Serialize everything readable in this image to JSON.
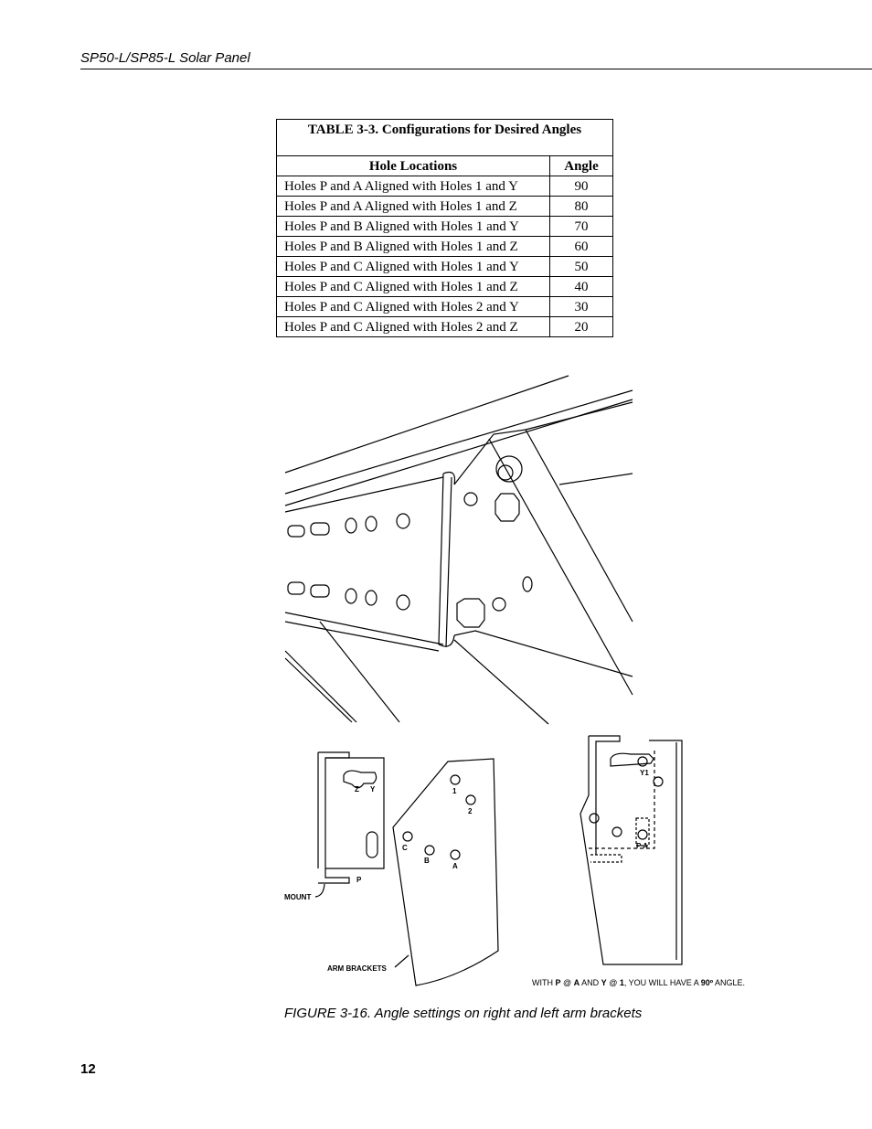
{
  "header": {
    "title": "SP50-L/SP85-L Solar Panel"
  },
  "table": {
    "caption": "TABLE 3-3.  Configurations for Desired Angles",
    "columns": [
      "Hole Locations",
      "Angle"
    ],
    "rows": [
      {
        "location": "Holes P and A Aligned with Holes 1 and Y",
        "angle": "90"
      },
      {
        "location": "Holes P and A Aligned with Holes 1 and Z",
        "angle": "80"
      },
      {
        "location": "Holes P and B Aligned with Holes 1 and Y",
        "angle": "70"
      },
      {
        "location": "Holes P and B Aligned with Holes 1 and Z",
        "angle": "60"
      },
      {
        "location": "Holes P and C Aligned with Holes 1 and Y",
        "angle": "50"
      },
      {
        "location": "Holes P and C Aligned with Holes 1 and Z",
        "angle": "40"
      },
      {
        "location": "Holes P and C Aligned with Holes 2 and Y",
        "angle": "30"
      },
      {
        "location": "Holes P and C Aligned with Holes 2 and Z",
        "angle": "20"
      }
    ]
  },
  "figure": {
    "labels": {
      "z": "Z",
      "y": "Y",
      "p": "P",
      "mount": "MOUNT",
      "one": "1",
      "two": "2",
      "c": "C",
      "b": "B",
      "a": "A",
      "arm_brackets": "ARM BRACKETS",
      "y1": "Y1",
      "pa": "P A"
    },
    "note": {
      "t1": "WITH ",
      "b1": "P",
      "t2": " @ ",
      "b2": "A",
      "t3": " AND ",
      "b3": "Y",
      "t4": " @ ",
      "b4": "1",
      "t5": ", YOU WILL HAVE A ",
      "b5": "90º",
      "t6": " ANGLE."
    },
    "caption": "FIGURE 3-16.  Angle settings on right and left arm brackets"
  },
  "page_number": "12"
}
